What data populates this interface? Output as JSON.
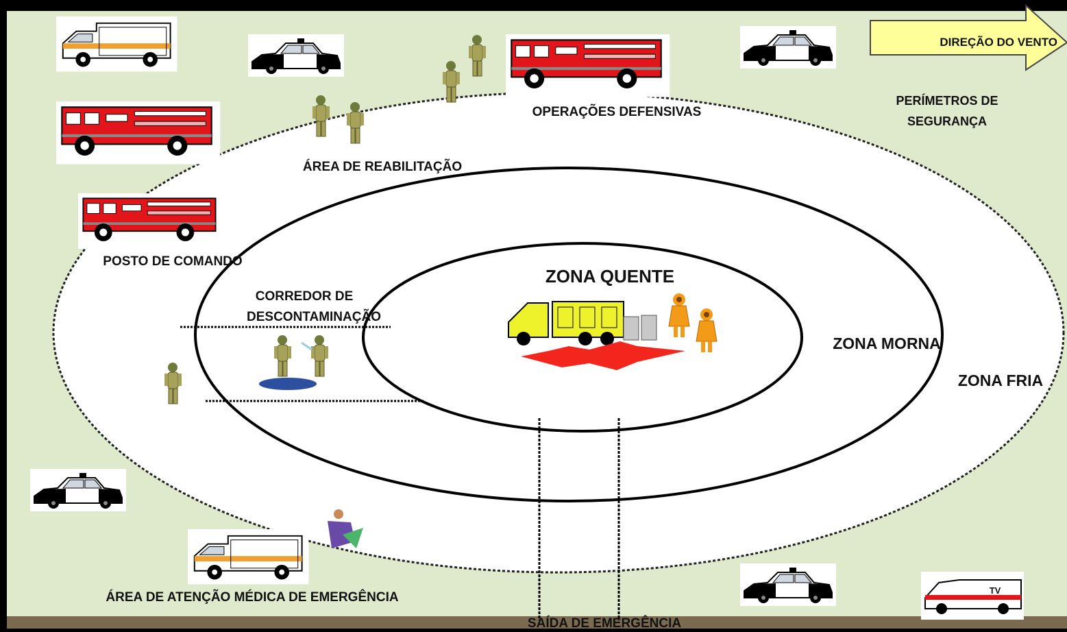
{
  "wind_direction_label": "DIREÇÃO DO VENTO",
  "zones": {
    "hot": "ZONA QUENTE",
    "warm": "ZONA MORNA",
    "cold": "ZONA FRIA"
  },
  "labels": {
    "defensive_operations": "OPERAÇÕES DEFENSIVAS",
    "safety_perimeters_line1": "PERÍMETROS DE",
    "safety_perimeters_line2": "SEGURANÇA",
    "rehabilitation_area": "ÁREA DE REABILITAÇÃO",
    "command_post": "POSTO DE COMANDO",
    "decontamination_corridor_line1": "CORREDOR DE",
    "decontamination_corridor_line2": "DESCONTAMINAÇÃO",
    "emergency_medical_area": "ÁREA DE ATENÇÃO MÉDICA DE EMERGÊNCIA",
    "emergency_exit": "SAÍDA DE EMERGÊNCIA",
    "tv_van": "TV"
  },
  "colors": {
    "background": "#dfe9cc",
    "border": "#000000",
    "arrow_fill": "#ffff99",
    "fire_truck_red": "#e2151b",
    "hazmat_truck_yellow": "#eef22a",
    "hazmat_suit_orange": "#f39a18",
    "firefighter_khaki": "#a6a25a",
    "explosion_red": "#f2261d"
  }
}
